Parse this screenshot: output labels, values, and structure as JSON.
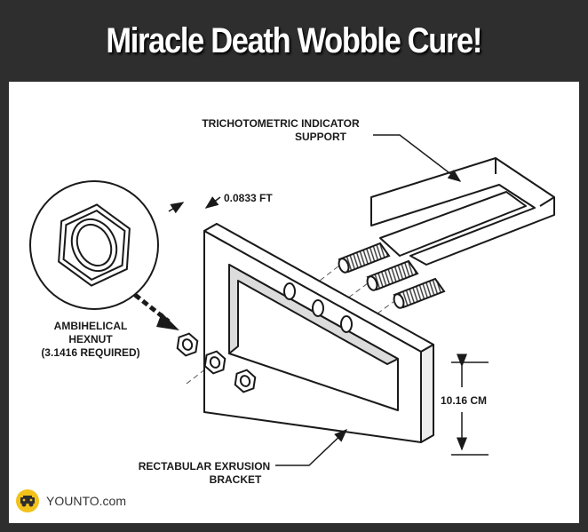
{
  "banner": {
    "title": "Miracle Death Wobble Cure!"
  },
  "diagram": {
    "labels": {
      "support_line1": "TRICHOTOMETRIC INDICATOR",
      "support_line2": "SUPPORT",
      "thickness": "0.0833 FT",
      "hexnut_line1": "AMBIHELICAL",
      "hexnut_line2": "HEXNUT",
      "hexnut_line3": "(3.1416 REQUIRED)",
      "height": "10.16 CM",
      "bracket_line1": "RECTABULAR EXRUSION",
      "bracket_line2": "BRACKET"
    }
  },
  "footer": {
    "brand": "YOUNTO.com",
    "icon": "jeep-icon",
    "icon_color": "#f2c21b"
  }
}
